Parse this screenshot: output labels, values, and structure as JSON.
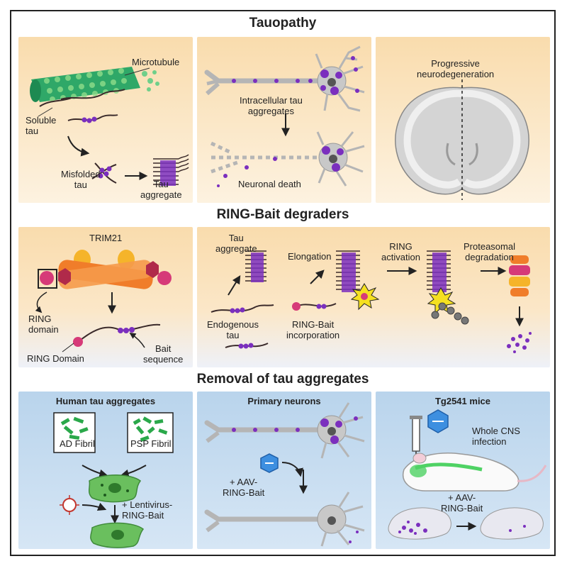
{
  "sections": {
    "tauopathy": "Tauopathy",
    "ring_bait": "RING-Bait degraders",
    "removal": "Removal of tau aggregates"
  },
  "tauopathy_panels": {
    "microtubule": "Microtubule",
    "soluble_tau": "Soluble\ntau",
    "misfolded_tau": "Misfolded\ntau",
    "tau_aggregate": "Tau\naggregate",
    "intracellular": "Intracellular tau\naggregates",
    "neuronal_death": "Neuronal death",
    "progressive": "Progressive\nneurodegeneration"
  },
  "ring_panels": {
    "trim21": "TRIM21",
    "ring_domain_lower": "RING\ndomain",
    "ring_domain": "RING Domain",
    "bait_sequence": "Bait\nsequence",
    "tau_aggregate": "Tau\naggregate",
    "elongation": "Elongation",
    "ring_activation": "RING\nactivation",
    "proteasomal": "Proteasomal\ndegradation",
    "endogenous_tau": "Endogenous\ntau",
    "ring_bait_incorporation": "RING-Bait\nincorporation"
  },
  "removal_panels": {
    "human_title": "Human tau aggregates",
    "ad_fibril": "AD Fibril",
    "psp_fibril": "PSP Fibril",
    "lentivirus": "+ Lentivirus-\nRING-Bait",
    "primary_title": "Primary neurons",
    "aav_neurons": "+ AAV-\nRING-Bait",
    "mice_title": "Tg2541 mice",
    "whole_cns": "Whole CNS\ninfection",
    "aav_mice": "+ AAV-\nRING-Bait"
  },
  "colors": {
    "tau_purple": "#7b2fbe",
    "ring_pink": "#d63a78",
    "trim_orange": "#f07d2a",
    "trim_yellow": "#f5b42a",
    "fibril_green": "#2aa84a",
    "warm_bg": "#f9dcad",
    "cool_bg": "#b9d4ec"
  }
}
